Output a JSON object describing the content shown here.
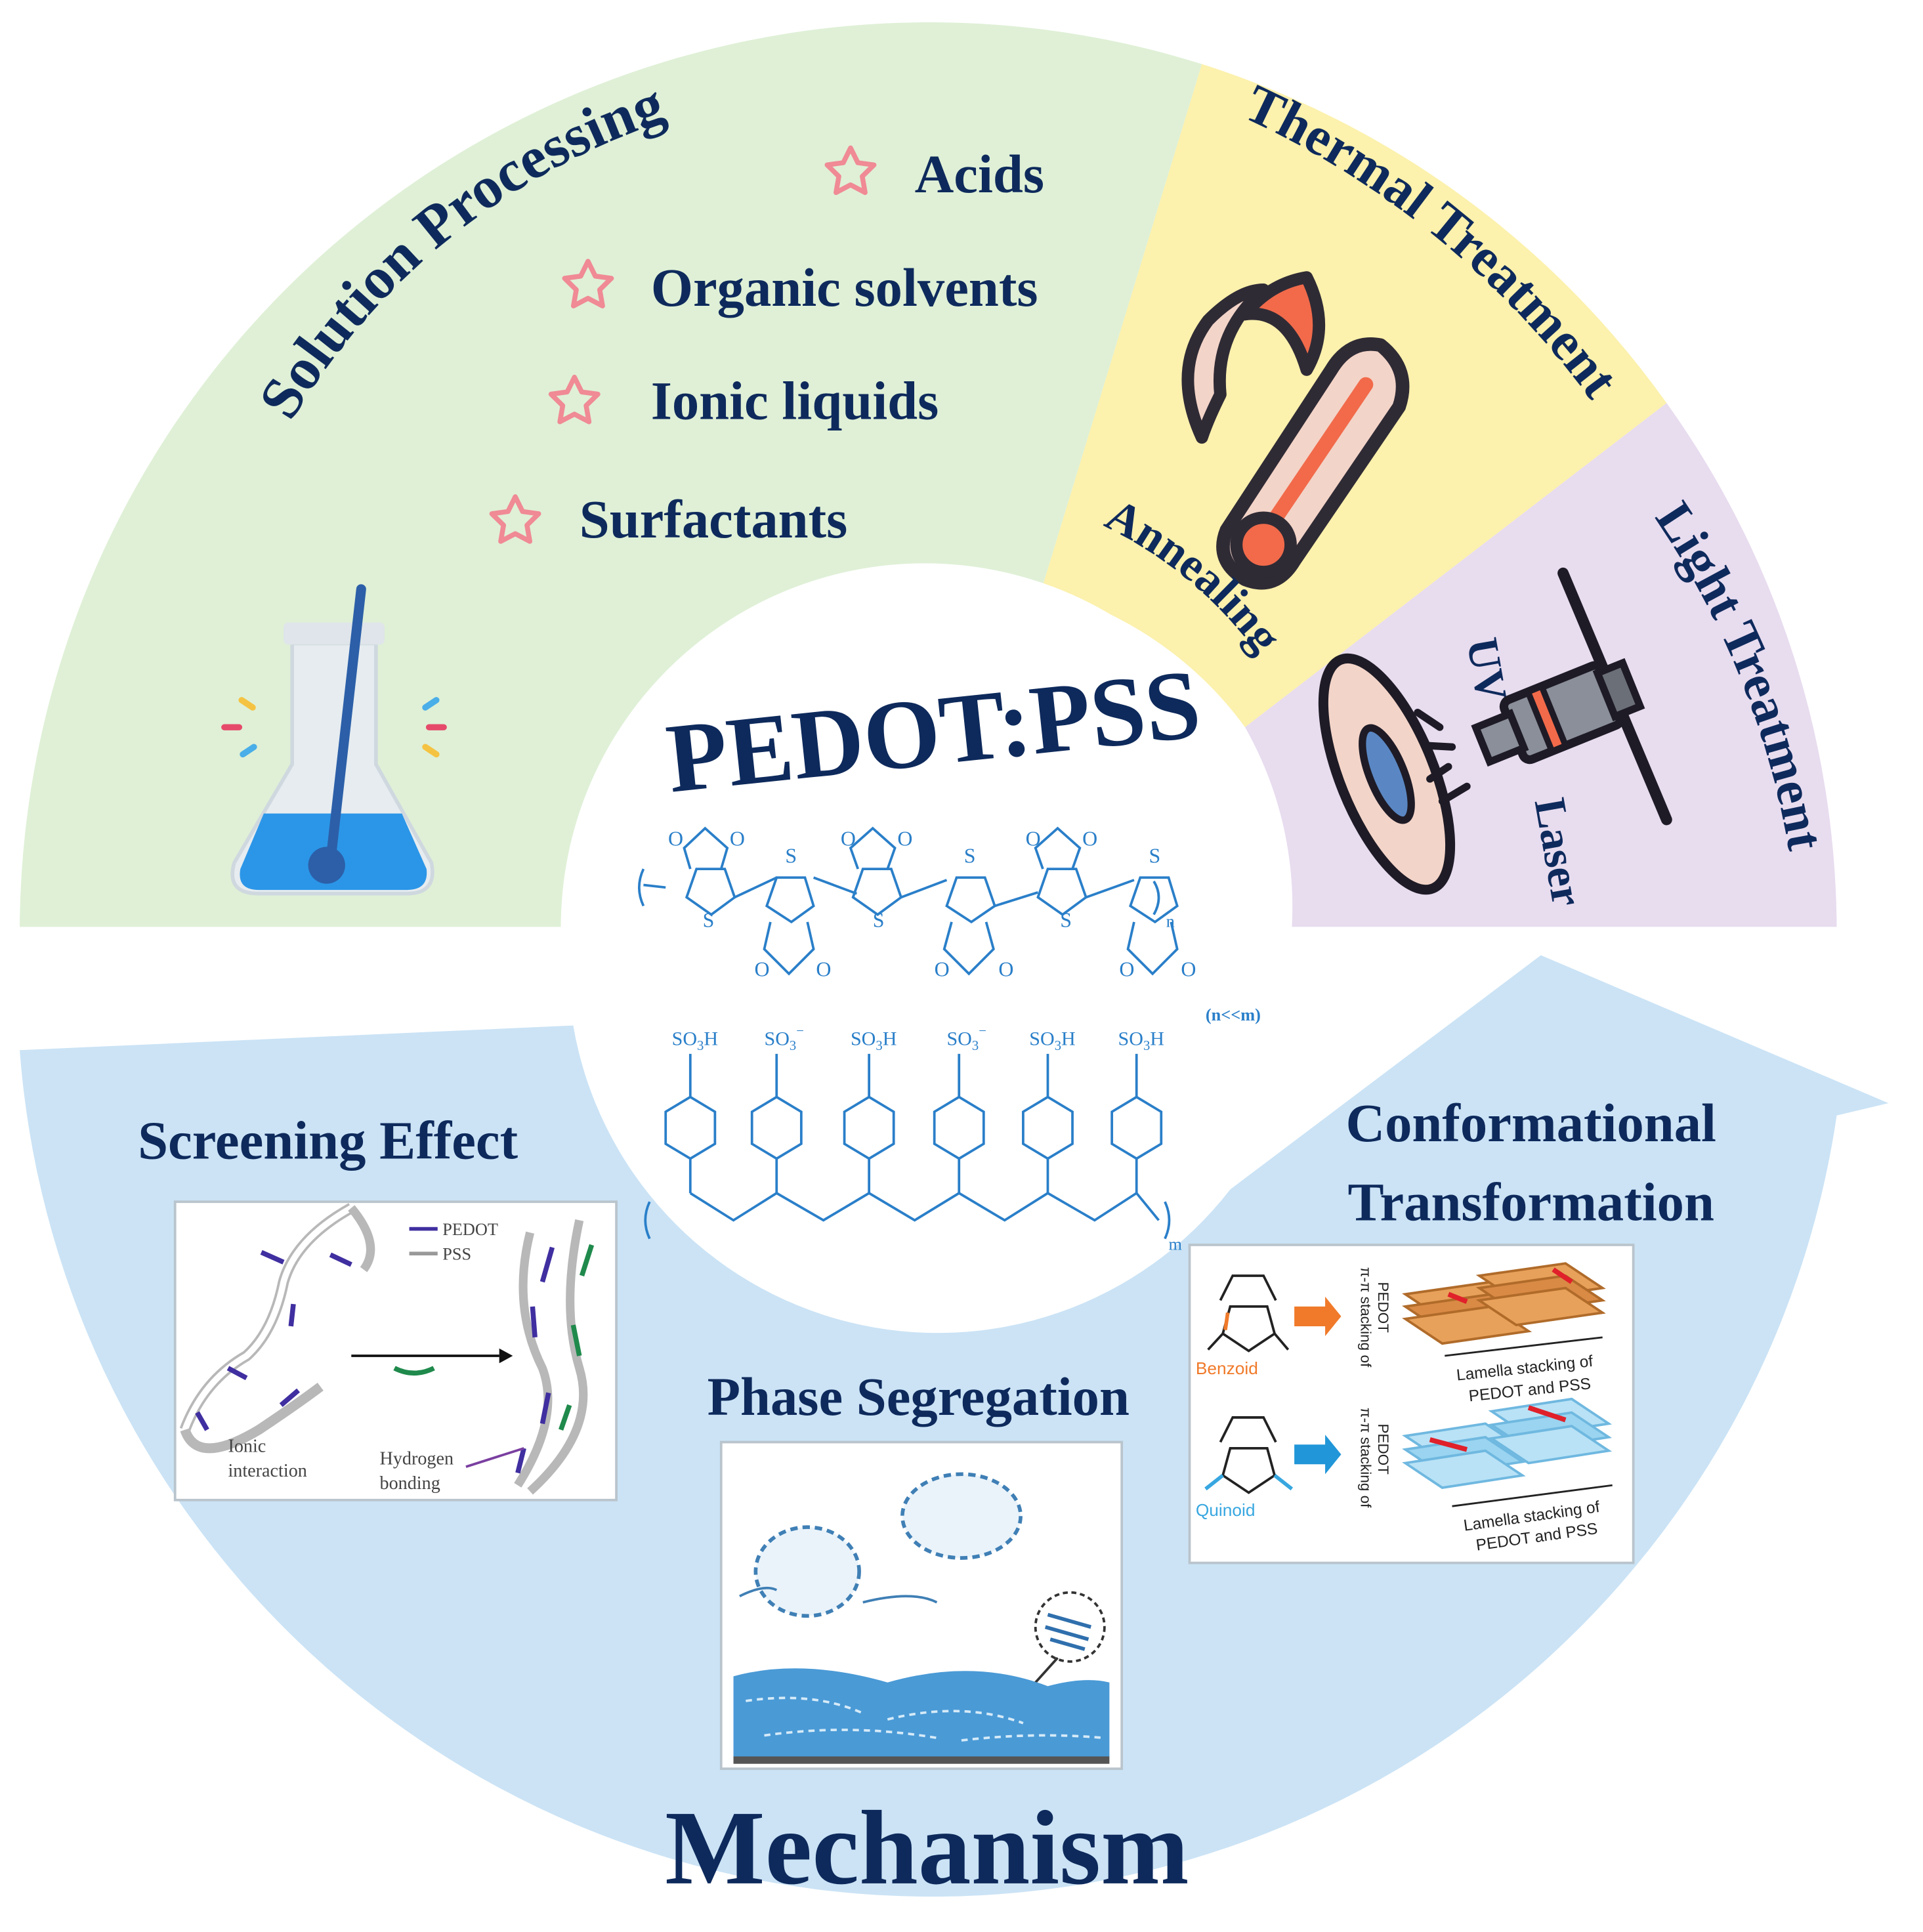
{
  "center": {
    "title": "PEDOT:PSS",
    "formula": {
      "o": "O",
      "s": "S",
      "n": "n",
      "m": "m",
      "ratio": "(n<<m)",
      "so3h": "SO",
      "so3h_sub": "3",
      "so3h_tail": "H",
      "so3_minus": "SO",
      "so3_minus_sub": "3",
      "so3_minus_sup": "−"
    }
  },
  "solution_processing": {
    "title": "Solution Processing",
    "items": [
      "Acids",
      "Organic solvents",
      "Ionic liquids",
      "Surfactants"
    ]
  },
  "thermal_treatment": {
    "title": "Thermal Treatment",
    "method": "Annealing"
  },
  "light_treatment": {
    "title": "Light Treatment",
    "uv": "UV",
    "laser": "Laser"
  },
  "mechanism": {
    "title": "Mechanism",
    "screening": {
      "title": "Screening Effect",
      "legend": [
        "PEDOT",
        "PSS"
      ],
      "ionic_1": "Ionic",
      "ionic_2": "interaction",
      "hbond_1": "Hydrogen",
      "hbond_2": "bonding"
    },
    "phase": {
      "title": "Phase Segregation"
    },
    "conformational": {
      "title_1": "Conformational",
      "title_2": "Transformation",
      "benzoid": "Benzoid",
      "quinoid": "Quinoid",
      "pi_stack_1": "π-π stacking of",
      "pi_stack_2": "PEDOT",
      "lamella_1": "Lamella stacking of",
      "lamella_2": "PEDOT and PSS"
    }
  },
  "colors": {
    "navy": "#0e2a5c",
    "green_sector": "#dff0d6",
    "yellow_sector": "#fcf1ad",
    "purple_sector": "#e8dcef",
    "blue_band": "#cbe3f5",
    "chem_blue": "#2a7fc9",
    "star_pink": "#f08a94"
  }
}
